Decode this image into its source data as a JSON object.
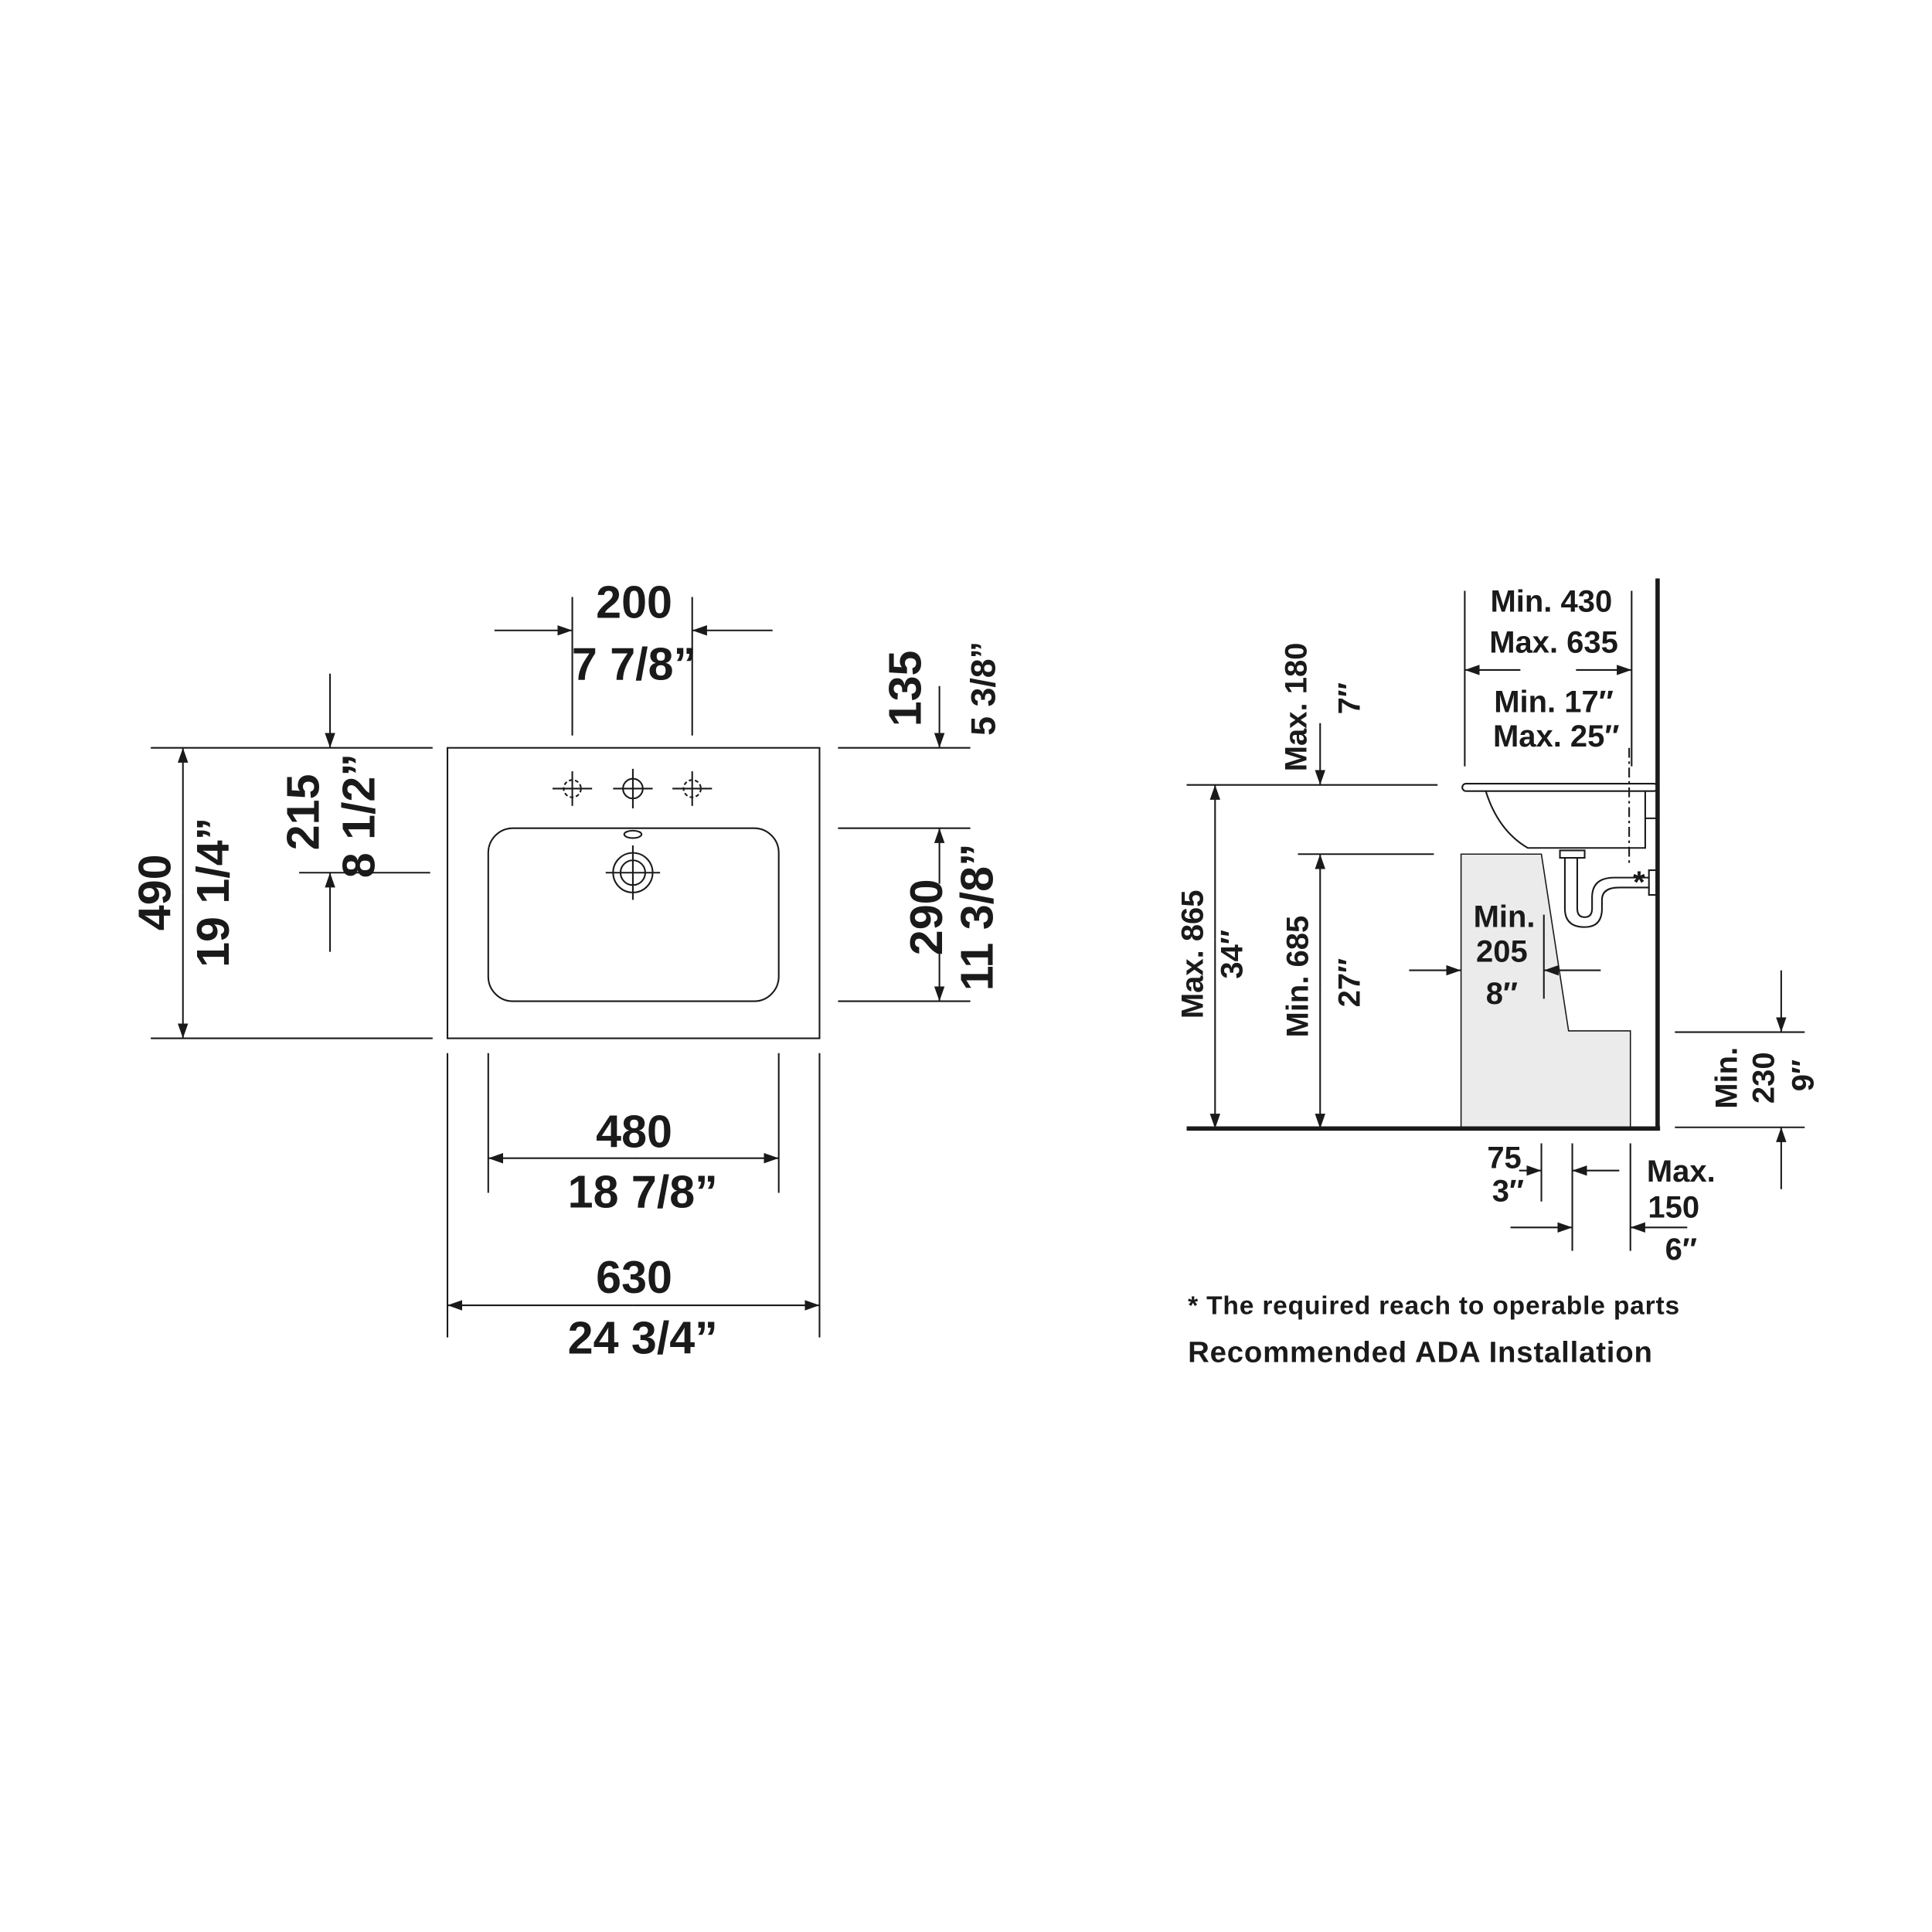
{
  "top_view": {
    "width_hole_spacing": {
      "mm": "200",
      "inch": "7 7/8”"
    },
    "hole_to_edge": {
      "mm": "135",
      "inch": "5 3/8”"
    },
    "basin_depth_inner": {
      "mm": "290",
      "inch": "11 3/8”"
    },
    "drain_from_back": {
      "mm": "215",
      "inch": "8 1/2”"
    },
    "overall_depth": {
      "mm": "490",
      "inch": "19 1/4”"
    },
    "basin_width_inner": {
      "mm": "480",
      "inch": "18 7/8”"
    },
    "overall_width": {
      "mm": "630",
      "inch": "24 3/4”"
    }
  },
  "side_view": {
    "projection": {
      "line1": "Min. 430",
      "line2": "Max. 635",
      "line3": "Min. 17″",
      "line4": "Max. 25″"
    },
    "rim_depth": {
      "mm": "Max. 180",
      "inch": "7″"
    },
    "rim_height": {
      "mm": "Max. 865",
      "inch": "34″"
    },
    "knee_height": {
      "mm": "Min. 685",
      "inch": "27″"
    },
    "knee_depth": {
      "line1": "Min.",
      "line2": "205",
      "inch": "8″"
    },
    "toe_height": {
      "line1": "Min.",
      "line2": "230",
      "inch": "9″"
    },
    "toe_offset": {
      "mm": "75",
      "inch": "3″"
    },
    "toe_depth": {
      "line1": "Max.",
      "line2": "150",
      "inch": "6″"
    },
    "asterisk": "*"
  },
  "footnote": "* The required reach to operable parts",
  "caption": "Recommended ADA Installation",
  "colors": {
    "line": "#1a1a1a",
    "knee_space": "#ebebeb"
  }
}
